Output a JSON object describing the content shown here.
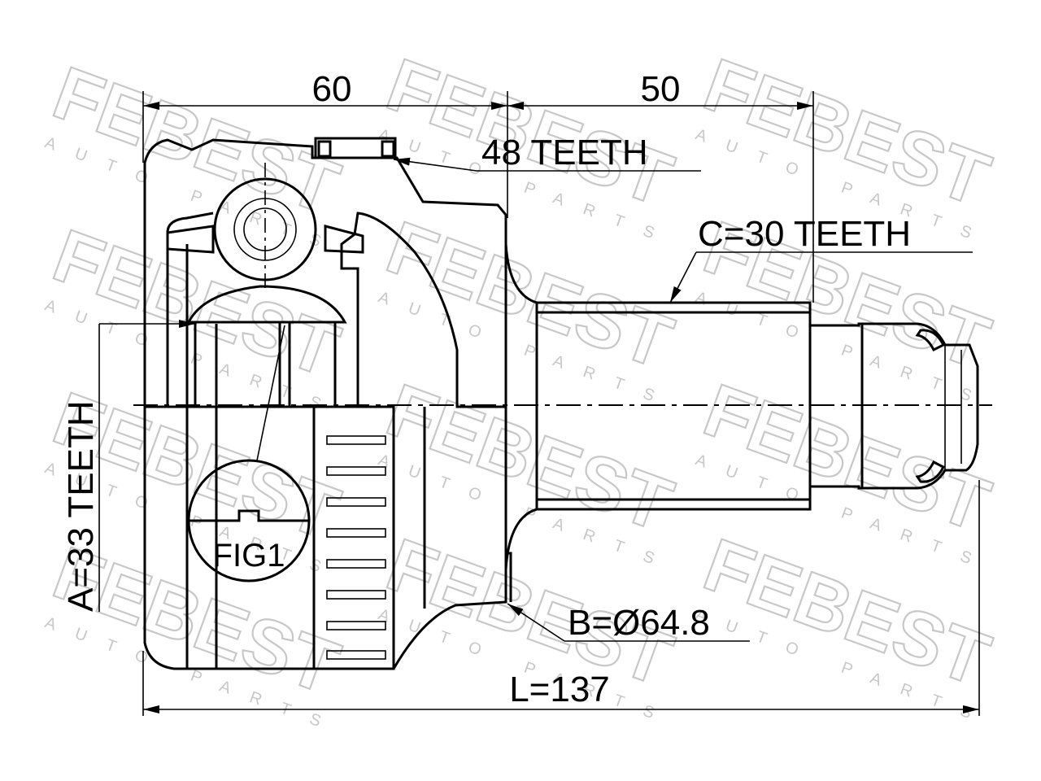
{
  "watermark": {
    "brand": "FEBEST",
    "subtitle": "AUTO PARTS"
  },
  "dimensions": {
    "top_left": "60",
    "top_right": "50",
    "total_length": "L=137"
  },
  "callouts": {
    "outer_teeth": "48 TEETH",
    "shaft_teeth": "C=30 TEETH",
    "inner_teeth": "A=33 TEETH",
    "diameter": "B=Ø64.8",
    "figure": "FIG1"
  }
}
